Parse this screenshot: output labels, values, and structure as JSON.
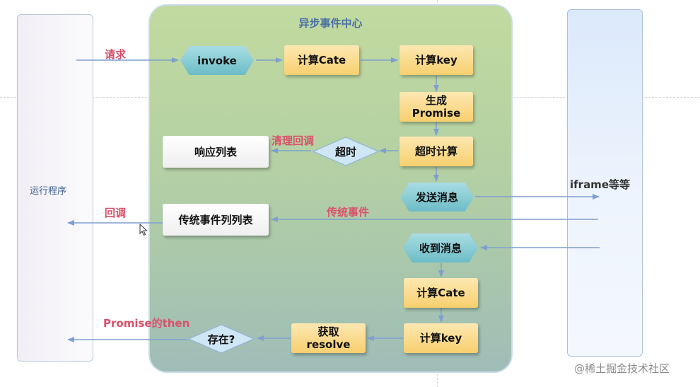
{
  "diagram": {
    "left_lane_label": "运行程序",
    "right_lane_label": "iframe等等",
    "center_title": "异步事件中心",
    "nodes": {
      "invoke": "invoke",
      "calc_cate_top": "计算Cate",
      "calc_key_top": "计算key",
      "gen_promise": "生成\nPromise",
      "timeout_calc": "超时计算",
      "timeout": "超时",
      "response_list": "响应列表",
      "send_message": "发送消息",
      "traditional_list": "传统事件列列表",
      "receive_message": "收到消息",
      "calc_cate_bottom": "计算Cate",
      "calc_key_bottom": "计算key",
      "get_resolve": "获取\nresolve",
      "exists": "存在?"
    },
    "edge_labels": {
      "request": "请求",
      "clear_callback": "清理回调",
      "callback": "回调",
      "traditional_event": "传统事件",
      "promise_then": "Promise的then"
    },
    "watermark": "@稀土掘金技术社区"
  },
  "colors": {
    "center_panel": "#b4d0a4",
    "process_box": "#f7cf6e",
    "hex_node": "#6cbcc7",
    "diamond_node": "#cfe6f4",
    "edge_label_red": "#d9506a",
    "arrow": "#7f9fcf",
    "title_blue": "#4a6fa5"
  }
}
